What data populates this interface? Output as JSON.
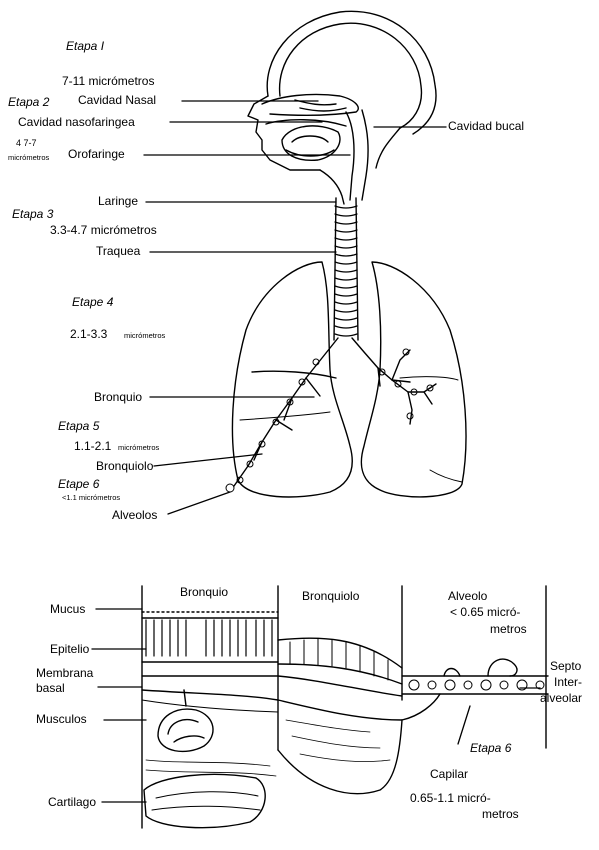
{
  "upper": {
    "etapa1": "Etapa I",
    "etapa1_size": "7-11 micrómetros",
    "cavidad_nasal": "Cavidad Nasal",
    "etapa2": "Etapa 2",
    "cavidad_nasofaringea": "Cavidad nasofaringea",
    "cavidad_bucal": "Cavidad bucal",
    "etapa2_size_a": "4 7-7",
    "etapa2_size_b": "micrómetros",
    "orofaringe": "Orofaringe",
    "laringe": "Laringe",
    "etapa3": "Etapa 3",
    "etapa3_size": "3.3-4.7 micrómetros",
    "traquea": "Traquea",
    "etapa4": "Etape 4",
    "etapa4_size_a": "2.1-3.3",
    "etapa4_size_b": "micrómetros",
    "bronquio": "Bronquio",
    "etapa5": "Etapa 5",
    "etapa5_size_a": "1.1-2.1",
    "etapa5_size_b": "micrómetros",
    "bronquiolo": "Bronquiolo",
    "etapa6": "Etape 6",
    "etapa6_size": "<1.1 micrómetros",
    "alveolos": "Alveolos"
  },
  "lower": {
    "col_bronquio": "Bronquio",
    "col_bronquiolo": "Bronquiolo",
    "col_alveolo": "Alveolo",
    "alveolo_size_a": "< 0.65 micró-",
    "alveolo_size_b": "metros",
    "mucus": "Mucus",
    "epitelio": "Epitelio",
    "membrana_a": "Membrana",
    "membrana_b": "basal",
    "musculos": "Musculos",
    "cartilago": "Cartilago",
    "septo_a": "Septo",
    "septo_b": "Inter-",
    "septo_c": "alveolar",
    "etapa6": "Etapa 6",
    "capilar": "Capilar",
    "capilar_size_a": "0.65-1.1 micró-",
    "capilar_size_b": "metros"
  }
}
